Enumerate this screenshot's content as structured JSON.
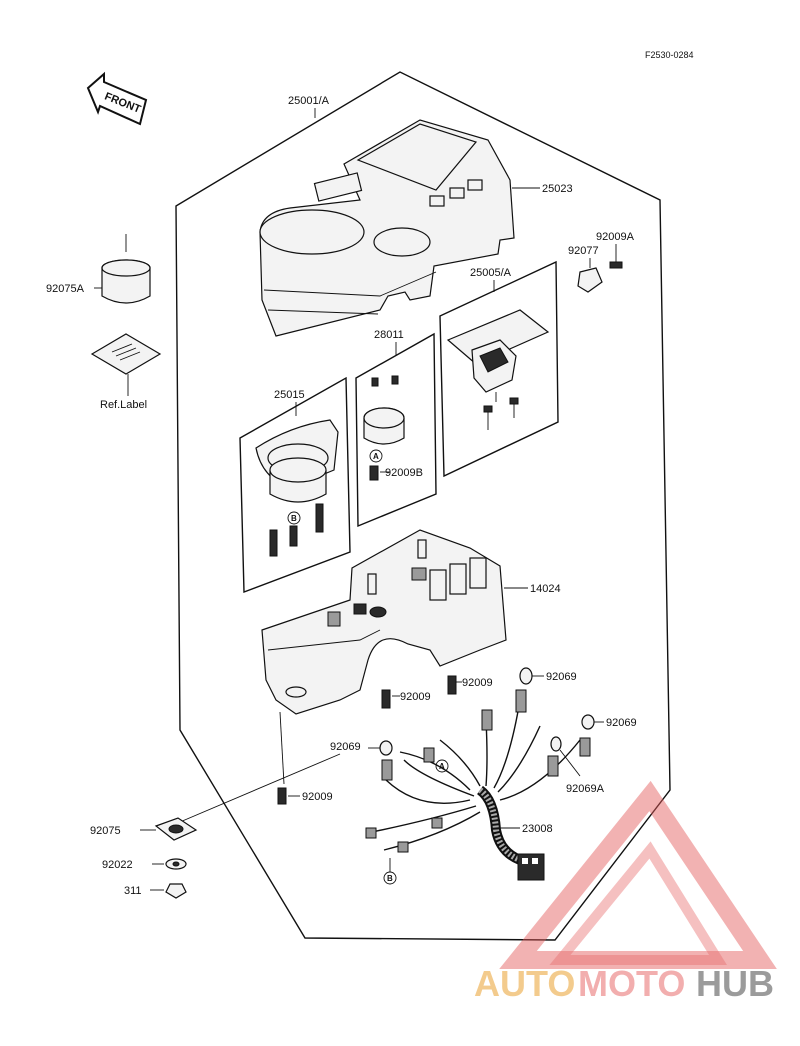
{
  "figure_code": "F2530-0284",
  "front_label": "FRONT",
  "parts": {
    "p25001A": "25001/A",
    "p25023": "25023",
    "p92009A": "92009A",
    "p92077": "92077",
    "p25005A": "25005/A",
    "p92075A": "92075A",
    "ref_label": "Ref.Label",
    "p28011": "28011",
    "p25015": "25015",
    "p92009B": "92009B",
    "p14024": "14024",
    "p92009_a": "92009",
    "p92009_b": "92009",
    "p92009_c": "92009",
    "p92069_a": "92069",
    "p92069_b": "92069",
    "p92069_c": "92069",
    "p92069A": "92069A",
    "p23008": "23008",
    "p92075": "92075",
    "p92022": "92022",
    "p311": "311"
  },
  "callouts": {
    "A": "A",
    "B": "B"
  },
  "watermark": {
    "auto": "AUTO",
    "moto": "MOTO",
    "hub": "HUB",
    "triangle_color": "#e45a5a"
  }
}
